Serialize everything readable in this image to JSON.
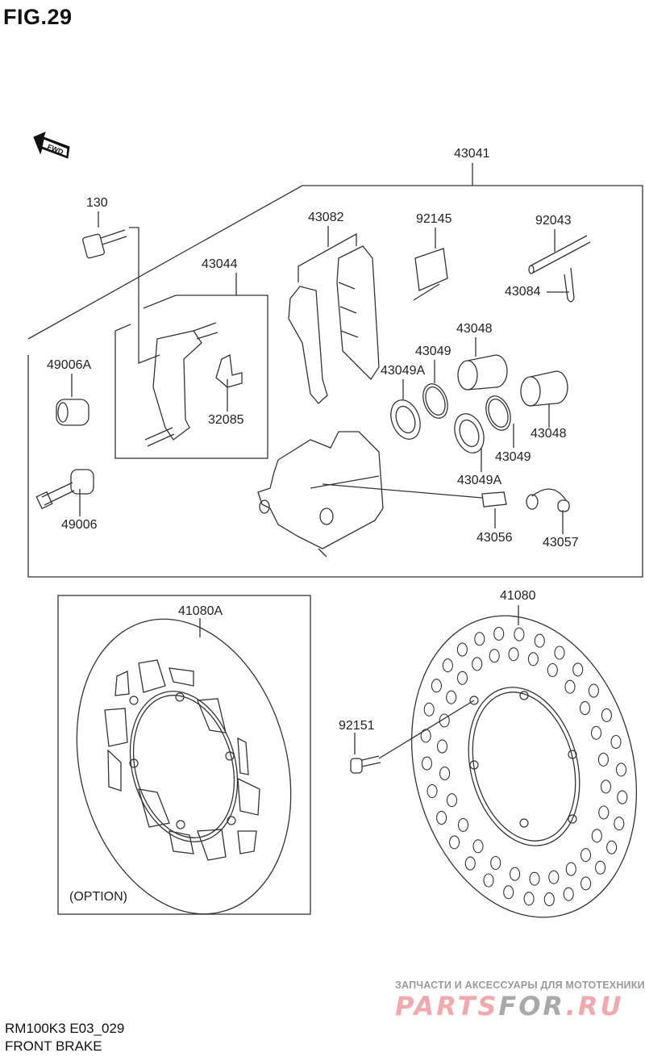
{
  "figure": {
    "title": "FIG.29",
    "model_code": "RM100K3 E03_029",
    "section_name": "FRONT BRAKE",
    "direction_marker": "FWD",
    "option_note": "(OPTION)"
  },
  "parts": {
    "caliper_assembly": "43041",
    "bolt": "130",
    "pad_set": "43082",
    "pad_spring": "92145",
    "pad_pin": "92043",
    "pin_clip": "43084",
    "bracket_set": "43044",
    "bracket_pad_spring": "32085",
    "boot_a": "49006A",
    "slide_pin": "49006",
    "piston_1": "43048",
    "piston_2": "43048",
    "seal_1": "43049",
    "seal_2": "43049",
    "dust_seal_1": "43049A",
    "dust_seal_2": "43049A",
    "bleeder_valve": "43056",
    "bleeder_cap": "43057",
    "disc_option": "41080A",
    "disc": "41080",
    "disc_bolt": "92151"
  },
  "watermark": {
    "tagline": "ЗАПЧАСТИ И АКСЕССУАРЫ ДЛЯ МОТОТЕХНИКИ",
    "brand_part1": "PARTS",
    "brand_part2": "FOR",
    "brand_part3": ".RU"
  },
  "colors": {
    "line": "#333333",
    "watermark_pink": "#f2a9ae",
    "watermark_gray": "#a9a9a9"
  }
}
